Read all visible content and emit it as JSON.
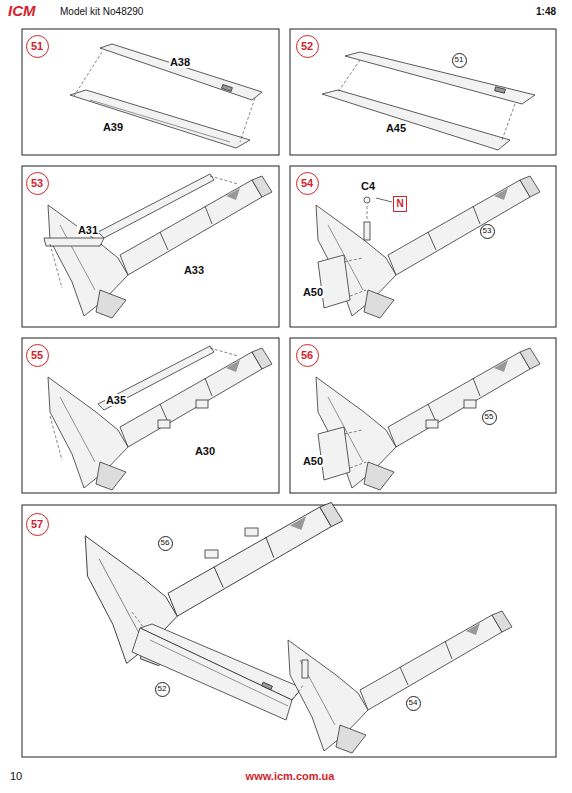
{
  "diagram": {
    "nodes": [
      {
        "text": [
          "51"
        ]
      },
      {
        "text": [
          "52"
        ]
      },
      {
        "text": [
          "51"
        ]
      },
      {
        "text": [
          "53"
        ]
      },
      {
        "text": [
          "54"
        ]
      },
      {
        "text": [
          "N"
        ]
      },
      {
        "text": [
          "53"
        ]
      },
      {
        "text": [
          "55"
        ]
      },
      {
        "text": [
          "56"
        ]
      },
      {
        "text": [
          "55"
        ]
      },
      {
        "text": [
          "57"
        ]
      },
      {
        "text": [
          "56"
        ]
      },
      {
        "text": [
          "52"
        ]
      },
      {
        "text": [
          "54"
        ]
      }
    ],
    "labels": [
      "ICM",
      "Model kit No48290",
      "1:48",
      "A38",
      "A39",
      "A45",
      "A31",
      "A33",
      "C4",
      "A50",
      "A35",
      "A30",
      "A50",
      "10",
      "www.icm.com.ua"
    ]
  }
}
